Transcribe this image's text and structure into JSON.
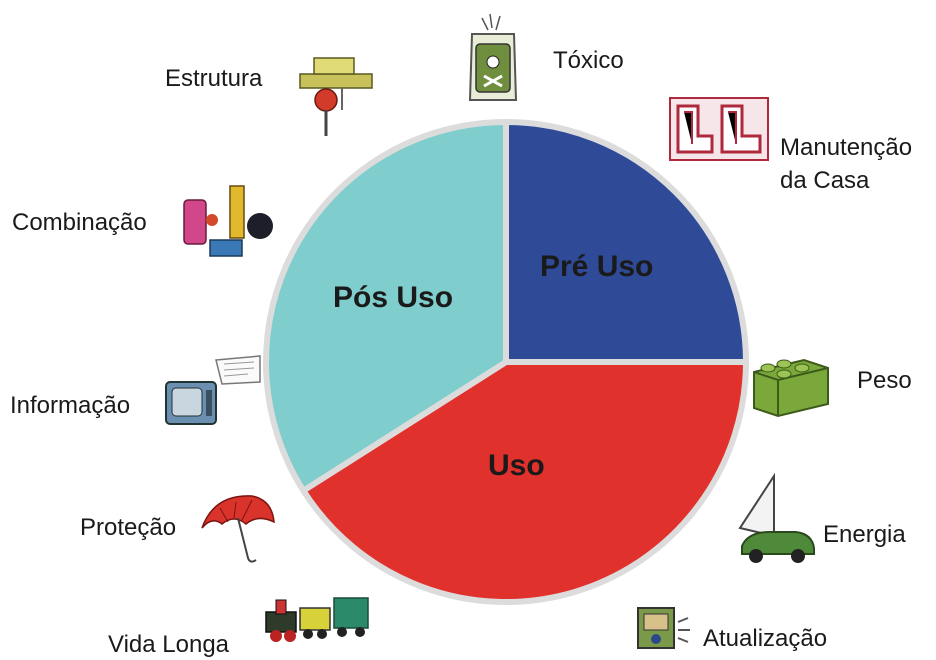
{
  "chart_data": {
    "type": "pie",
    "categories": [
      "Pré Uso",
      "Uso",
      "Pós Uso"
    ],
    "values": [
      25,
      41,
      34
    ],
    "colors": [
      "#2f4a97",
      "#e0312c",
      "#7fcdcc"
    ]
  },
  "segments": {
    "pre_uso": "Pré Uso",
    "uso": "Uso",
    "pos_uso": "Pós Uso"
  },
  "labels": {
    "toxico": "Tóxico",
    "manutencao_line1": "Manutenção",
    "manutencao_line2": "da Casa",
    "peso": "Peso",
    "energia": "Energia",
    "atualizacao": "Atualização",
    "vida_longa": "Vida Longa",
    "protecao": "Proteção",
    "informacao": "Informação",
    "combinacao": "Combinação",
    "estrutura": "Estrutura"
  },
  "icons": {
    "toxico": "toxic-container-icon",
    "manutencao": "maintenance-house-icon",
    "peso": "lego-brick-icon",
    "energia": "sailing-car-icon",
    "atualizacao": "update-device-icon",
    "vida_longa": "toy-train-icon",
    "protecao": "umbrella-icon",
    "informacao": "tv-info-icon",
    "combinacao": "combination-items-icon",
    "estrutura": "structure-drill-icon"
  }
}
